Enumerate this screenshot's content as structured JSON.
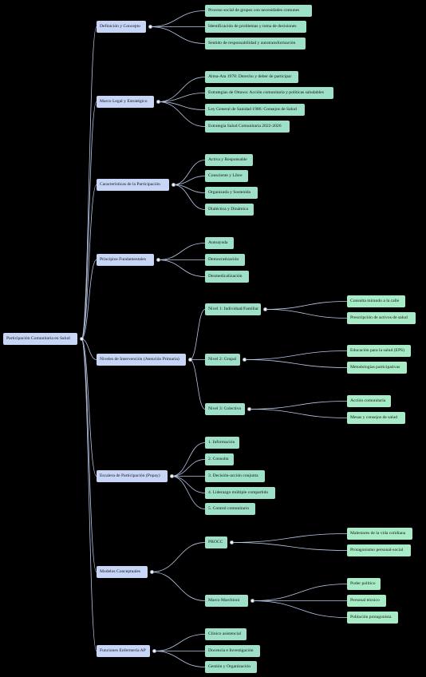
{
  "colors": {
    "background": "#000000",
    "link": "#b9c8e8",
    "root_node": "#c7d5f7",
    "branch_node": "#c7d5f7",
    "leaf_node": "#9ee0c8",
    "level3_node": "#a8ecc7"
  },
  "root": {
    "label": "Participación Comunitaria en Salud"
  },
  "branches": [
    {
      "label": "Definición y Concepto",
      "children": [
        {
          "label": "Proceso social de grupos con necesidades comunes"
        },
        {
          "label": "Identificación de problemas y toma de decisiones"
        },
        {
          "label": "Sentido de responsabilidad y autotransformación"
        }
      ]
    },
    {
      "label": "Marco Legal y Estratégico",
      "children": [
        {
          "label": "Alma-Ata 1978: Derecho y deber de participar"
        },
        {
          "label": "Estrategias de Ottawa: Acción comunitaria y políticas saludables"
        },
        {
          "label": "Ley General de Sanidad 1986: Consejos de Salud"
        },
        {
          "label": "Estrategia Salud Comunitaria 2022-2026"
        }
      ]
    },
    {
      "label": "Características de la Participación",
      "children": [
        {
          "label": "Activa y Responsable"
        },
        {
          "label": "Consciente y Libre"
        },
        {
          "label": "Organizada y Sostenida"
        },
        {
          "label": "Dialéctica y Dinámica"
        }
      ]
    },
    {
      "label": "Principios Fundamentales",
      "children": [
        {
          "label": "Autoayuda"
        },
        {
          "label": "Democratización"
        },
        {
          "label": "Desmedicalización"
        }
      ]
    },
    {
      "label": "Niveles de Intervención (Atención Primaria)",
      "children": [
        {
          "label": "Nivel 1: Individual/Familiar",
          "children": [
            {
              "label": "Consulta mirando a la calle"
            },
            {
              "label": "Prescripción de activos de salud"
            }
          ]
        },
        {
          "label": "Nivel 2: Grupal",
          "children": [
            {
              "label": "Educación para la salud (EPS)"
            },
            {
              "label": "Metodologías participativas"
            }
          ]
        },
        {
          "label": "Nivel 3: Colectivo",
          "children": [
            {
              "label": "Acción comunitaria"
            },
            {
              "label": "Mesas y consejos de salud"
            }
          ]
        }
      ]
    },
    {
      "label": "Escalera de Participación (Popay)",
      "children": [
        {
          "label": "1. Información"
        },
        {
          "label": "2. Consulta"
        },
        {
          "label": "3. Decisión-acción conjunta"
        },
        {
          "label": "4. Liderazgo múltiple compartido"
        },
        {
          "label": "5. Control comunitario"
        }
      ]
    },
    {
      "label": "Modelos Conceptuales",
      "children": [
        {
          "label": "PROCC",
          "children": [
            {
              "label": "Malestares de la vida cotidiana"
            },
            {
              "label": "Protagonismo personal-social"
            }
          ]
        },
        {
          "label": "Marco Marchioni",
          "children": [
            {
              "label": "Poder político"
            },
            {
              "label": "Personal técnico"
            },
            {
              "label": "Población protagonista"
            }
          ]
        }
      ]
    },
    {
      "label": "Funciones Enfermería AP",
      "children": [
        {
          "label": "Clínico asistencial"
        },
        {
          "label": "Docencia e Investigación"
        },
        {
          "label": "Gestión y Organización"
        }
      ]
    }
  ]
}
